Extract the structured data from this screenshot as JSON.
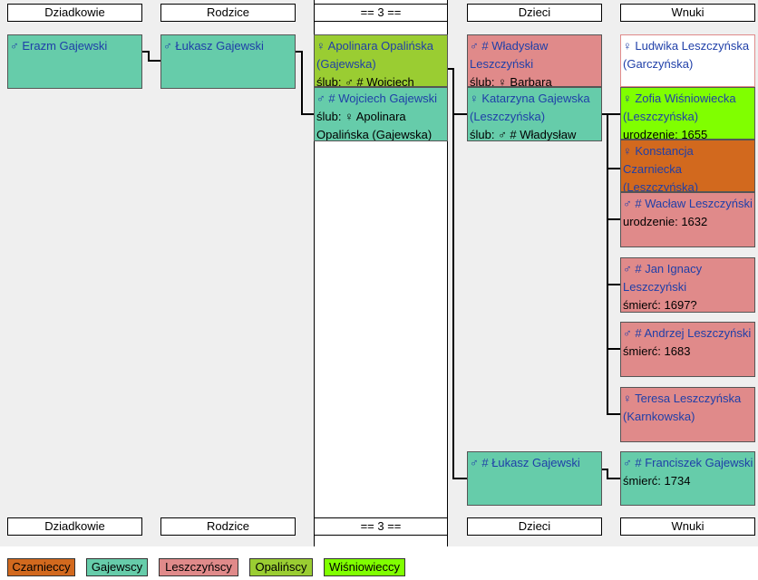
{
  "headers": {
    "col1": "Dziadkowie",
    "col2": "Rodzice",
    "col3": "== 3 ==",
    "col4": "Dzieci",
    "col5": "Wnuki"
  },
  "people": {
    "erazm": {
      "name": "♂ Erazm Gajewski"
    },
    "lukasz": {
      "name": "♂ Łukasz Gajewski"
    },
    "apolinara": {
      "name": "♀ Apolinara Opalińska (Gajewska)",
      "event": "ślub: ♂ # Wojciech"
    },
    "wojciech": {
      "name": "♂ # Wojciech Gajewski",
      "event": "ślub: ♀ Apolinara Opalińska (Gajewska)"
    },
    "wladyslaw": {
      "name": "♂ # Władysław Leszczyński",
      "event": "ślub: ♀ Barbara"
    },
    "katarzyna": {
      "name": "♀ Katarzyna Gajewska (Leszczyńska)",
      "event": "ślub: ♂ # Władysław"
    },
    "lukasz2": {
      "name": "♂ # Łukasz Gajewski"
    },
    "ludwika": {
      "name": "♀ Ludwika Leszczyńska (Garczyńska)"
    },
    "zofia": {
      "name": "♀ Zofia Wiśniowiecka (Leszczyńska)",
      "event": "urodzenie: 1655"
    },
    "konstancja": {
      "name": "♀ Konstancja Czarniecka (Leszczyńska)"
    },
    "waclaw": {
      "name": "♂ # Wacław Leszczyński",
      "event": "urodzenie: 1632"
    },
    "jan": {
      "name": "♂ # Jan Ignacy Leszczyński",
      "event": "śmierć: 1697?"
    },
    "andrzej": {
      "name": "♂ # Andrzej Leszczyński",
      "event": "śmierć: 1683"
    },
    "teresa": {
      "name": "♀ Teresa Leszczyńska (Karnkowska)"
    },
    "franciszek": {
      "name": "♂ # Franciszek Gajewski",
      "event": "śmierć: 1734"
    }
  },
  "legend": [
    "Czarnieccy",
    "Gajewscy",
    "Leszczyńscy",
    "Opalińscy",
    "Wiśniowieccy"
  ],
  "colors": {
    "Czarnieccy": "#d2691e",
    "Gajewscy": "#66ccaa",
    "Leszczyńscy": "#e08a8a",
    "Opalińscy": "#9acd32",
    "Wiśniowieccy": "#80ff00"
  }
}
